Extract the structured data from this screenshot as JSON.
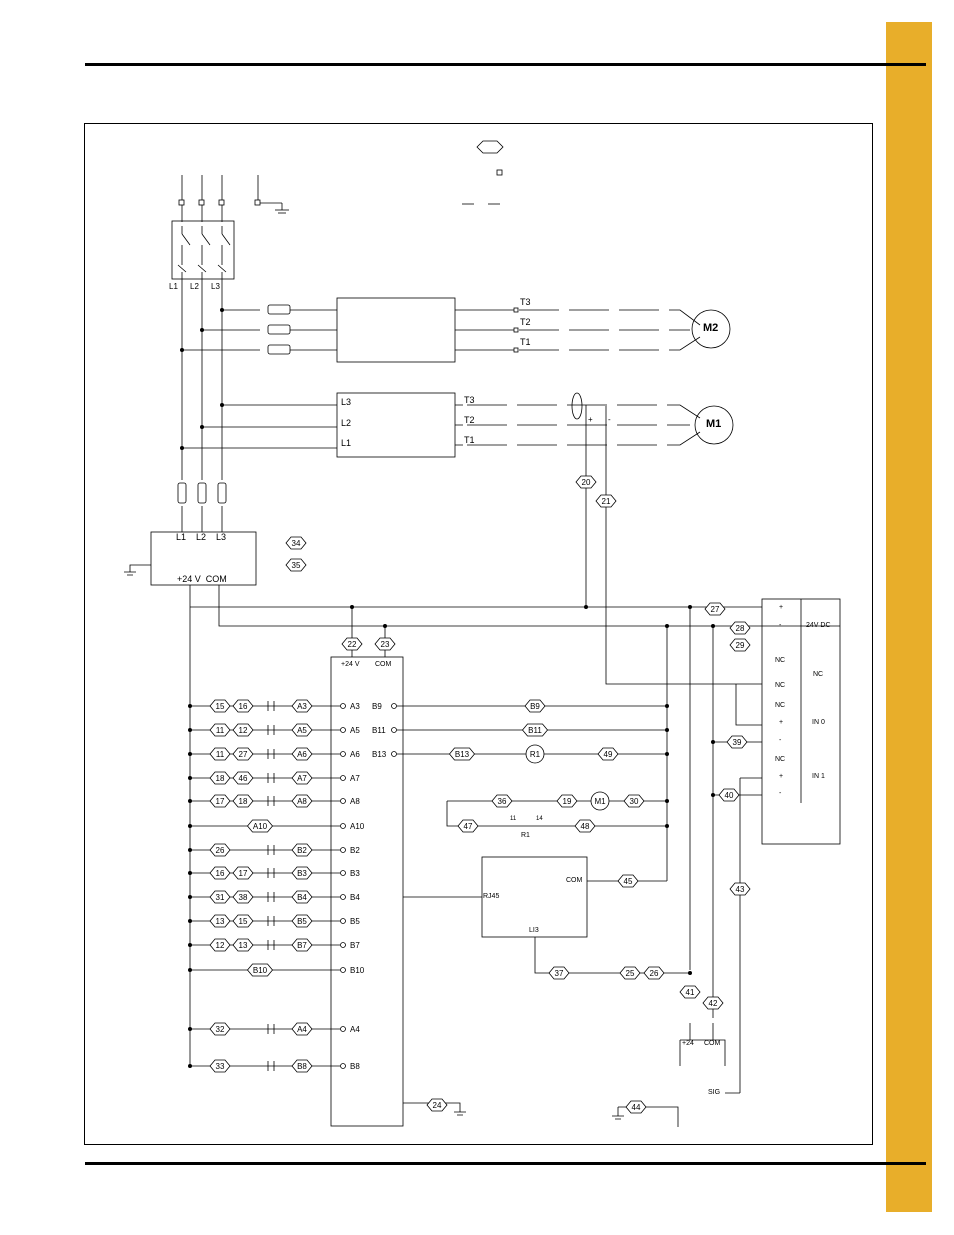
{
  "page": {
    "tab_color": "#E8AE2A",
    "line_color": "#000000"
  },
  "main_disconnect": {
    "labels": [
      "L1",
      "L2",
      "L3"
    ]
  },
  "vfd_m2": {
    "outputs": [
      "T3",
      "T2",
      "T1"
    ],
    "motor": "M2"
  },
  "starter_m1": {
    "inputs": [
      "L3",
      "L2",
      "L1"
    ],
    "outputs": [
      "T3",
      "T2",
      "T1"
    ],
    "motor": "M1",
    "plus": "+",
    "minus": "-"
  },
  "psu": {
    "inputs": [
      "L1",
      "L2",
      "L3"
    ],
    "output": "+24 V  COM"
  },
  "plc": {
    "header_plus": "+24 V",
    "header_com": "COM",
    "inputs": [
      "A3",
      "A5",
      "A6",
      "A7",
      "A8",
      "A10",
      "B2",
      "B3",
      "B4",
      "B5",
      "B7",
      "B10",
      "A4",
      "B8"
    ],
    "outputs": [
      "B9",
      "B11",
      "B13"
    ]
  },
  "display": {
    "port": "RJ45",
    "com": "COM",
    "li": "LI3"
  },
  "io_module": {
    "rows": [
      "+",
      "-",
      "",
      "NC",
      "NC",
      "NC",
      "+",
      "-",
      "NC",
      "+",
      "-"
    ],
    "groups": [
      "24V DC",
      "NC",
      "IN 0",
      "IN 1"
    ]
  },
  "sensor": {
    "plus": "+24",
    "com": "COM",
    "sig": "SIG"
  },
  "relay": {
    "name": "R1",
    "pin_a": "11",
    "pin_b": "14"
  },
  "wires": {
    "w20": "20",
    "w21": "21",
    "w22": "22",
    "w23": "23",
    "w24": "24",
    "w27": "27",
    "w28": "28",
    "w29": "29",
    "w34": "34",
    "w35": "35",
    "w39": "39",
    "w40": "40",
    "w41": "41",
    "w42": "42",
    "w43": "43",
    "w44": "44",
    "w45": "45",
    "w48": "48",
    "w49": "49",
    "w47": "47",
    "w36": "36",
    "w19": "19",
    "w30": "30",
    "w37": "37",
    "w25": "25",
    "w26": "26",
    "wB9": "B9",
    "wB11": "B11",
    "wB13": "B13",
    "wA10": "A10",
    "wB10": "B10",
    "r1": "R1",
    "m1": "M1"
  },
  "rungs": [
    [
      "15",
      "16",
      "A3"
    ],
    [
      "11",
      "12",
      "A5"
    ],
    [
      "11",
      "27",
      "A6"
    ],
    [
      "18",
      "46",
      "A7"
    ],
    [
      "17",
      "18",
      "A8"
    ],
    [
      "26",
      "B2"
    ],
    [
      "16",
      "17",
      "B3"
    ],
    [
      "31",
      "38",
      "B4"
    ],
    [
      "13",
      "15",
      "B5"
    ],
    [
      "12",
      "13",
      "B7"
    ],
    [
      "32",
      "A4"
    ],
    [
      "33",
      "B8"
    ]
  ]
}
